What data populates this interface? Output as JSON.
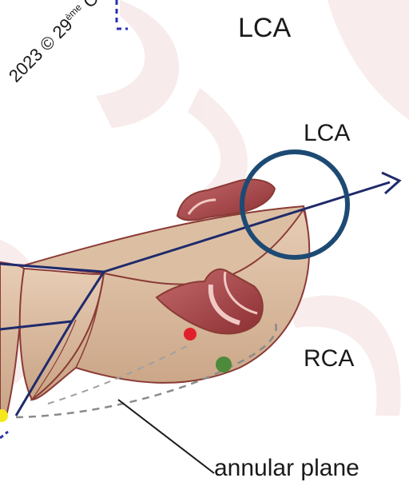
{
  "labels": {
    "lca_top": "LCA",
    "lca": "LCA",
    "rca": "RCA",
    "annular_plane": "annular plane"
  },
  "watermark": {
    "prefix": "2023 © 29",
    "superscript": "ème",
    "suffix": " Congr"
  },
  "colors": {
    "cusp_fill": "#d9b99c",
    "cusp_stroke": "#8a3b36",
    "coronary_ostium": "#a8464a",
    "axis_line": "#1f2a6b",
    "highlight_circle": "#1d4a73",
    "rca_dot": "#4e8a3b",
    "lca_dot": "#e0212b",
    "ncc_dot": "#f5e71a",
    "annulus_dash": "#8a8a8a",
    "background_wm": "#f3dcdd"
  }
}
